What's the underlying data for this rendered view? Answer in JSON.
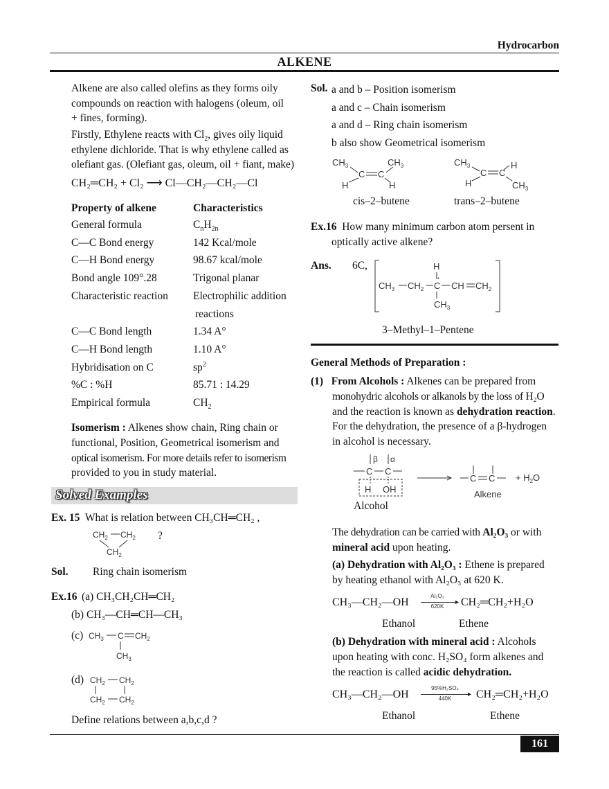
{
  "header": {
    "subject": "Hydrocarbon",
    "title": "ALKENE",
    "page_number": "161"
  },
  "left": {
    "intro1": [
      "Alkene are also called olefins as they forms oily",
      "compounds on reaction with halogens (oleum, oil",
      "+ fines, forming)."
    ],
    "intro2_a": "Firstly, Ethylene reacts with Cl",
    "intro2_b": ", gives oily liquid",
    "intro2_lines": [
      "ethylene dichloride. That is why ethylene called as",
      "olefiant gas. (Olefiant gas, oleum, oil + fiant, make)"
    ],
    "reaction_eq": "CH₂═CH₂ + Cl₂ ⟶ Cl—CH₂—CH₂—Cl",
    "property_header": "Property of alkene",
    "characteristics_header": "Characteristics",
    "properties": [
      {
        "p": "General formula",
        "c": "CnH2n"
      },
      {
        "p": "C—C Bond energy",
        "c": "142 Kcal/mole"
      },
      {
        "p": "C—H Bond energy",
        "c": "98.67 kcal/mole"
      },
      {
        "p": "Bond angle 109°.28",
        "c": "Trigonal planar"
      },
      {
        "p": "Characteristic reaction",
        "c": "Electrophilic addition"
      },
      {
        "p": "",
        "c": "reactions"
      },
      {
        "p": "C—C Bond length",
        "c": "1.34 A°"
      },
      {
        "p": "C—H Bond length",
        "c": "1.10 A°"
      },
      {
        "p": "Hybridisation on C",
        "c": "sp2"
      },
      {
        "p": "%C : %H",
        "c": "85.71 : 14.29"
      },
      {
        "p": "Empirical formula",
        "c": "CH2"
      }
    ],
    "isomerism_label": "Isomerism :",
    "isomerism_text": [
      " Alkenes show chain, Ring chain or",
      "functional, Position, Geometrical isomerism and",
      "optical isomerism. For more details refer to isomerism",
      "provided to you in study material."
    ],
    "solved_examples": "Solved Examples",
    "ex15_label": "Ex. 15",
    "ex15_text": "What is relation between CH₃CH═CH₂ ,",
    "ex15_q": "?",
    "sol_label": "Sol.",
    "sol_text": "Ring chain isomerism",
    "ex16_label": "Ex.16",
    "ex16_a": "(a) CH₃CH₂CH═CH₂",
    "ex16_b": "(b) CH₃—CH═CH—CH₃",
    "ex16_c": "(c)",
    "ex16_d": "(d)",
    "define": "Define relations between a,b,c,d ?"
  },
  "right": {
    "sol_label": "Sol.",
    "sol_lines": [
      "a and b –  Position isomerism",
      "a and c –  Chain isomerism",
      "a and d –  Ring chain isomerism",
      "b also show Geometrical isomerism"
    ],
    "cis_label": "cis–2–butene",
    "trans_label": "trans–2–butene",
    "ex16_label": "Ex.16",
    "ex16_q": [
      "How many minimum carbon atom persent in",
      "optically active alkene?"
    ],
    "ans_label": "Ans.",
    "ans_text": "6C,",
    "ans_name": "3–Methyl–1–Pentene",
    "gmp_title": "General Methods of Preparation :",
    "m1_num": "(1)",
    "m1_title": "From Alcohols :",
    "m1_l1": " Alkenes can be prepared from",
    "m1_l2": "monohydric alcohols or alkanols by the loss of H₂O",
    "m1_l3a": "and the reaction is known as ",
    "m1_l3b": "dehydration reaction",
    "m1_l4": "For the dehydration, the presence of a β-hydrogen",
    "m1_l5": "in alcohol is necessary.",
    "alkene_label": "Alkene",
    "alcohol_label": "Alcohol",
    "dehy_l1a": "The dehydration can be carried with ",
    "dehy_l1b": "Al₂O₃",
    "dehy_l1c": " or with",
    "dehy_l2a": "mineral acid",
    "dehy_l2b": " upon heating.",
    "a_title": "(a)   Dehydration with Al₂O₃ :",
    "a_l1": " Ethene is prepared",
    "a_l2": "by heating ethanol with Al₂O₃ at 620 K.",
    "a_eq_left": "CH₃—CH₂—OH",
    "a_eq_right": "CH₂═CH₂+H₂O",
    "a_cond_top": "Al₂O₃",
    "a_cond_bot": "620K",
    "ethanol": "Ethanol",
    "ethene": "Ethene",
    "b_title": "(b)   Dehydration with mineral acid :",
    "b_l1": " Alcohols",
    "b_l2": "upon heating with conc. H₂SO₄ form alkenes and",
    "b_l3a": "the reaction is called ",
    "b_l3b": "acidic dehydration.",
    "b_eq_left": "CH₃—CH₂—OH",
    "b_eq_right": "CH₂═CH₂+H₂O",
    "b_cond_top": "95%H₂SO₄",
    "b_cond_bot": "440K"
  }
}
